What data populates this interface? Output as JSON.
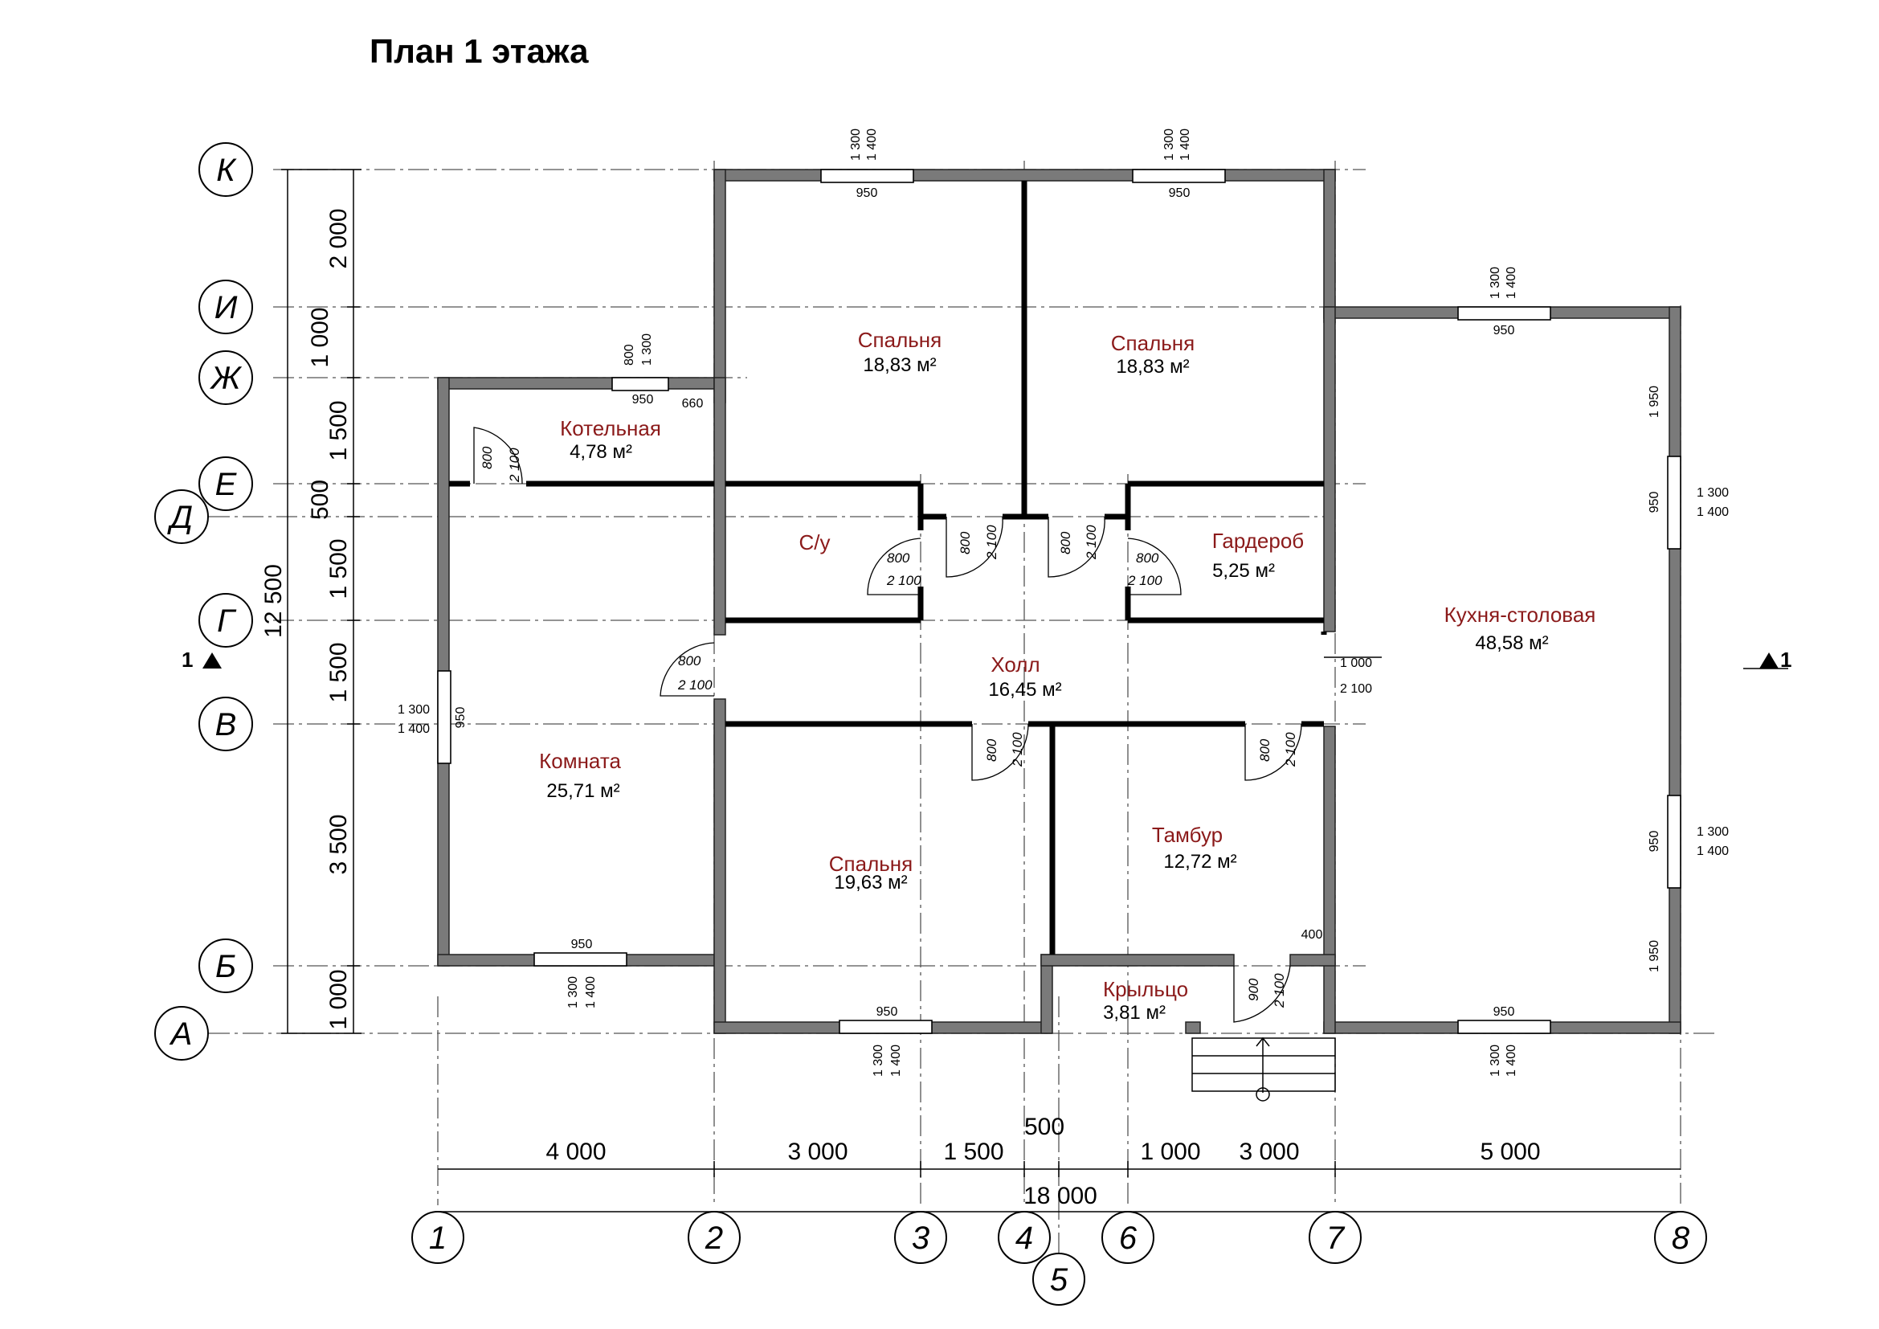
{
  "title": "План 1 этажа",
  "axes_horizontal": [
    "К",
    "И",
    "Ж",
    "Е",
    "Д",
    "Г",
    "В",
    "Б",
    "А"
  ],
  "axes_vertical": [
    "1",
    "2",
    "3",
    "4",
    "5",
    "6",
    "7",
    "8"
  ],
  "dims_left": [
    "2 000",
    "1 000",
    "1 500",
    "500",
    "1 500",
    "1 500",
    "3 500",
    "1 000"
  ],
  "dim_left_total": "12 500",
  "dims_bottom": [
    "4 000",
    "3 000",
    "1 500",
    "500",
    "1 000",
    "3 000",
    "5 000"
  ],
  "dim_bottom_total": "18 000",
  "section_mark": "1",
  "rooms": [
    {
      "name": "Спальня",
      "area": "18,83 м²"
    },
    {
      "name": "Спальня",
      "area": "18,83 м²"
    },
    {
      "name": "Котельная",
      "area": "4,78 м²"
    },
    {
      "name": "С/у",
      "area": ""
    },
    {
      "name": "Гардероб",
      "area": "5,25 м²"
    },
    {
      "name": "Холл",
      "area": "16,45 м²"
    },
    {
      "name": "Кухня-столовая",
      "area": "48,58 м²"
    },
    {
      "name": "Комната",
      "area": "25,71 м²"
    },
    {
      "name": "Спальня",
      "area": "19,63 м²"
    },
    {
      "name": "Тамбур",
      "area": "12,72 м²"
    },
    {
      "name": "Крыльцо",
      "area": "3,81 м²"
    }
  ],
  "windows": {
    "w950": "950",
    "h1300": "1 300",
    "h1400": "1 400",
    "h800": "800",
    "w660": "660",
    "w1950": "1 950"
  },
  "doors": {
    "w800": "800",
    "w900": "900",
    "h2100": "2 100",
    "w1000": "1 000",
    "w400": "400"
  }
}
